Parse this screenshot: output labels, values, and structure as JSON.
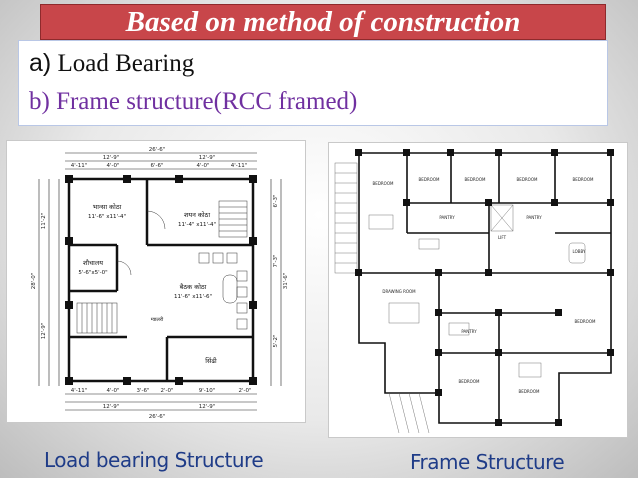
{
  "slide": {
    "title": "Based on method of construction",
    "item_a_prefix": "a)",
    "item_a_text": " Load Bearing",
    "item_b": "b) Frame structure(RCC framed)",
    "caption_left": "Load bearing Structure",
    "caption_right": "Frame Structure"
  },
  "left_plan": {
    "dim_top_overall": "26'-6\"",
    "dim_top_half_left": "12'-9\"",
    "dim_top_half_right": "12'-9\"",
    "dim_top_segments": [
      "4'-11\"",
      "4'-0\"",
      "6'-6\"",
      "4'-0\"",
      "4'-11\""
    ],
    "dim_bottom_overall": "26'-6\"",
    "dim_bottom_half_left": "12'-9\"",
    "dim_bottom_half_right": "12'-9\"",
    "dim_bottom_segments": [
      "4'-11\"",
      "4'-0\"",
      "3'-6\"",
      "2'-0\"",
      "9'-10\"",
      "2'-0\""
    ],
    "dim_left_overall": "28'-0\"",
    "dim_left_upper": "11'-2\"",
    "dim_left_lower": "12'-9\"",
    "dim_right_upper": "6'-3\"",
    "dim_right_mid": "7'-3\"",
    "dim_right_overall": "31'-6\"",
    "dim_right_lower": "5'-2\"",
    "room_1_name": "भान्सा कोठा",
    "room_1_size": "11'-6\" x11'-4\"",
    "room_2_name": "शयन कोठा",
    "room_2_size": "11'-4\" x11'-4\"",
    "room_3_name": "शौचालय",
    "room_3_size": "5'-6\"x5'-0\"",
    "room_4_name": "बैठक कोठा",
    "room_4_size": "11'-6\" x11'-6\"",
    "room_5_name": "सिंढी",
    "small_label": "ग्यालरी"
  },
  "right_plan": {
    "rooms": [
      "BEDROOM",
      "BEDROOM",
      "BEDROOM",
      "BEDROOM",
      "BEDROOM",
      "PANTRY",
      "LIFT",
      "PANTRY",
      "LOBBY",
      "DRAWING ROOM",
      "PANTRY",
      "BEDROOM",
      "BEDROOM",
      "BEDROOM"
    ]
  }
}
